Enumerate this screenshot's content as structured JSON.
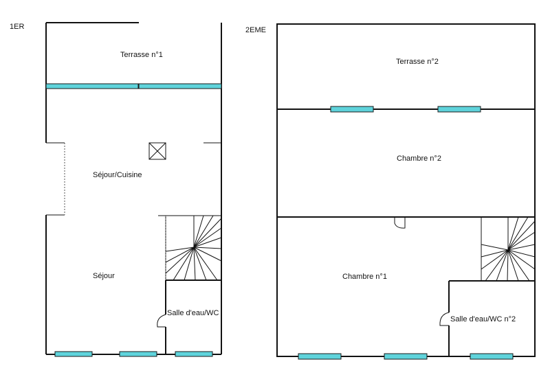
{
  "floors": [
    {
      "level_label": "1ER",
      "rooms": {
        "terrasse": "Terrasse n°1",
        "sejour_cuisine": "Séjour/Cuisine",
        "sejour": "Séjour",
        "salle_eau": "Salle d'eau/WC"
      }
    },
    {
      "level_label": "2EME",
      "rooms": {
        "terrasse": "Terrasse n°2",
        "chambre2": "Chambre n°2",
        "chambre1": "Chambre n°1",
        "salle_eau": "Salle d'eau/WC n°2"
      }
    }
  ],
  "colors": {
    "wall": "#111111",
    "window": "#5fd3db",
    "background": "#ffffff"
  }
}
